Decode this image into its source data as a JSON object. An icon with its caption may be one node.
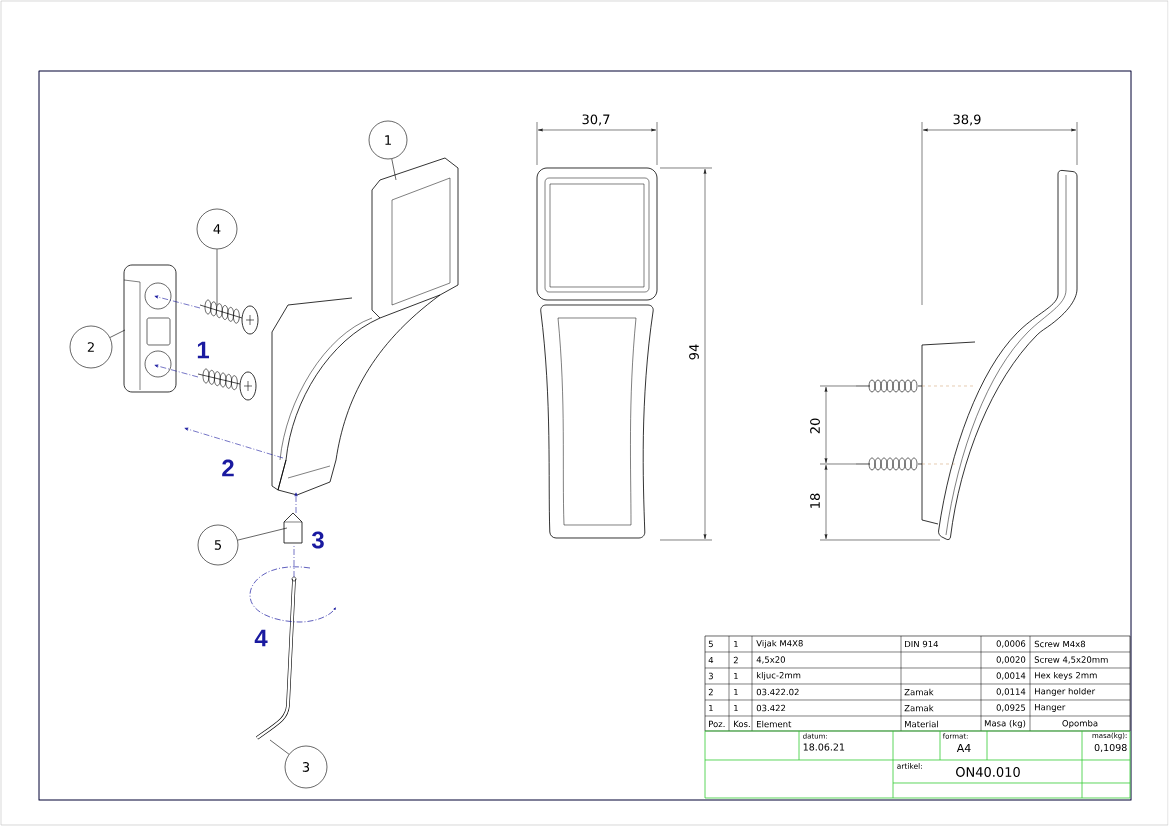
{
  "diagram": {
    "nodes": [
      {
        "text": [
          "1"
        ]
      },
      {
        "text": [],
        "shape": "picture"
      },
      {
        "text": [
          "4"
        ]
      },
      {
        "text": [],
        "shape": "picture"
      },
      {
        "text": [
          "2"
        ]
      },
      {
        "text": [],
        "shape": "picture"
      },
      {
        "text": [
          "5"
        ]
      },
      {
        "text": [],
        "shape": "picture"
      },
      {
        "text": [
          "3"
        ]
      },
      {
        "text": [],
        "shape": "picture"
      },
      {
        "text": [],
        "shape": "picture"
      }
    ],
    "edges": [
      {
        "from": 0,
        "to": 1,
        "arrow": "none"
      },
      {
        "from": 2,
        "to": 3,
        "arrow": "none"
      },
      {
        "from": 4,
        "to": 5,
        "arrow": "none"
      },
      {
        "from": 6,
        "to": 7,
        "arrow": "none"
      },
      {
        "from": 8,
        "to": 9,
        "arrow": "none"
      },
      {
        "from": 3,
        "to": 5,
        "arrow": "to",
        "style": "dashed",
        "color": "#1a1aa0"
      },
      {
        "from": 10,
        "to": 5,
        "arrow": "to",
        "style": "dashed",
        "color": "#1a1aa0"
      },
      {
        "from": 1,
        "to": null,
        "arrow": "to",
        "style": "dashed",
        "color": "#1a1aa0"
      },
      {
        "from": 7,
        "to": 1,
        "arrow": "to",
        "style": "dashed",
        "color": "#1a1aa0"
      },
      {
        "from": 9,
        "to": 7,
        "arrow": "none",
        "style": "dashed",
        "color": "#1a1aa0"
      }
    ],
    "labels": [
      "1",
      "2",
      "3",
      "4",
      "30,7",
      "94",
      "38,9",
      "20",
      "18",
      "5",
      "1",
      "Vijak M4X8",
      "DIN 914",
      "0,0006",
      "Screw M4x8",
      "4",
      "2",
      "4,5x20",
      "0,0020",
      "Screw 4,5x20mm",
      "3",
      "1",
      "kljuc-2mm",
      "0,0014",
      "Hex keys 2mm",
      "2",
      "1",
      "03.422.02",
      "Zamak",
      "0,0114",
      "Hanger holder",
      "1",
      "1",
      "03.422",
      "Zamak",
      "0,0925",
      "Hanger",
      "Poz.",
      "Kos.",
      "Element",
      "Material",
      "Masa (kg)",
      "Opomba",
      "datum:",
      "18.06.21",
      "format:",
      "A4",
      "masa(kg):",
      "0,1098",
      "artikel:",
      "ON40.010"
    ]
  }
}
